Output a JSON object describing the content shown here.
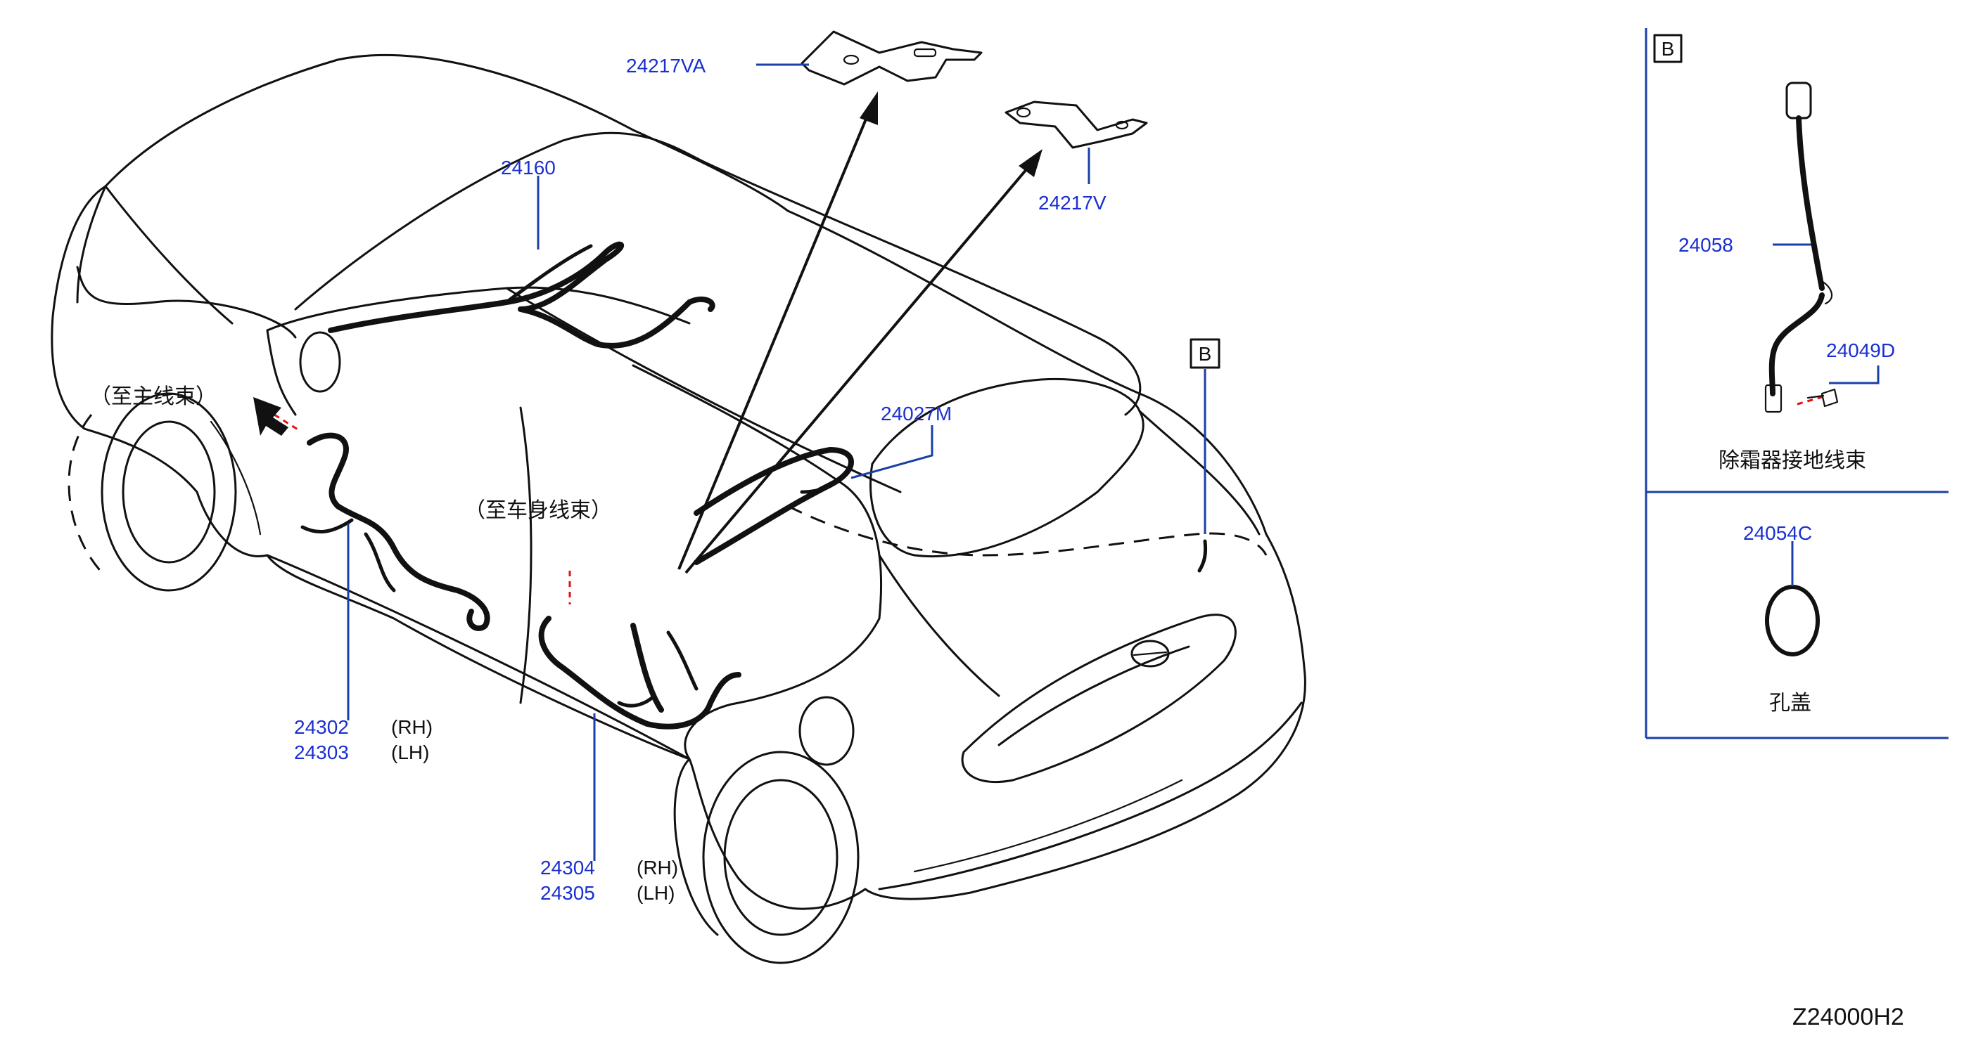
{
  "diagram": {
    "code": "Z24000H2",
    "parts": {
      "p24217VA": "24217VA",
      "p24217V": "24217V",
      "p24160": "24160",
      "p24027M": "24027M",
      "p24302": "24302",
      "p24303": "24303",
      "p24304": "24304",
      "p24305": "24305",
      "p24058": "24058",
      "p24049D": "24049D",
      "p24054C": "24054C"
    },
    "side": {
      "rh": "(RH)",
      "lh": "(LH)"
    },
    "notes": {
      "to_main": "（至主线束）",
      "to_body": "（至车身线束）",
      "defroster_ground": "除霜器接地线束",
      "hole_cover": "孔盖"
    },
    "callout": "B",
    "colors": {
      "part_number": "#1a2fd1",
      "leader": "#1a3fa8",
      "connector_dash": "#e01010"
    }
  }
}
